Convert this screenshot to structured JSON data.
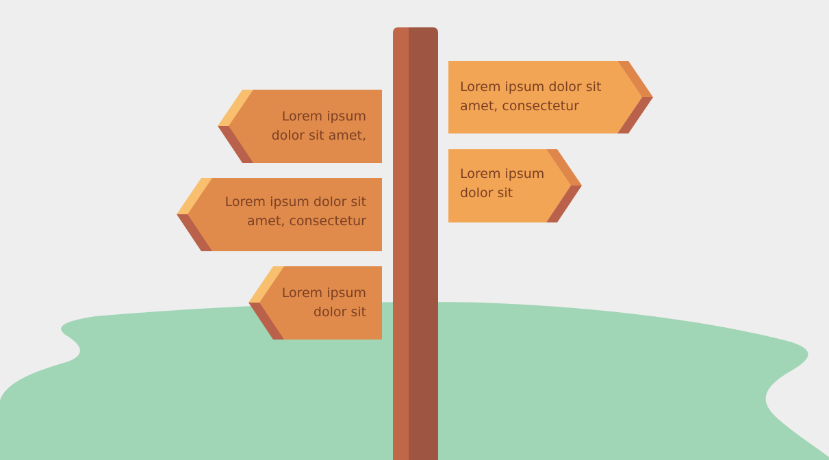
{
  "colors": {
    "background": "#eeeeee",
    "ground": "#a0d5b5",
    "post_light": "#c0674a",
    "post_dark": "#9e5541",
    "left_sign": "#e08b4c",
    "right_sign": "#f3a556",
    "sign_highlight": "#f8c06e",
    "sign_shadow": "#b9614a",
    "text": "#7a3f22"
  },
  "signs": {
    "left": [
      {
        "lines": [
          "Lorem ipsum",
          "dolor sit amet,"
        ]
      },
      {
        "lines": [
          "Lorem ipsum dolor sit",
          "amet, consectetur"
        ]
      },
      {
        "lines": [
          "Lorem ipsum",
          "dolor sit"
        ]
      }
    ],
    "right": [
      {
        "lines": [
          "Lorem ipsum dolor sit",
          "amet, consectetur"
        ]
      },
      {
        "lines": [
          "Lorem ipsum",
          "dolor sit"
        ]
      }
    ]
  }
}
